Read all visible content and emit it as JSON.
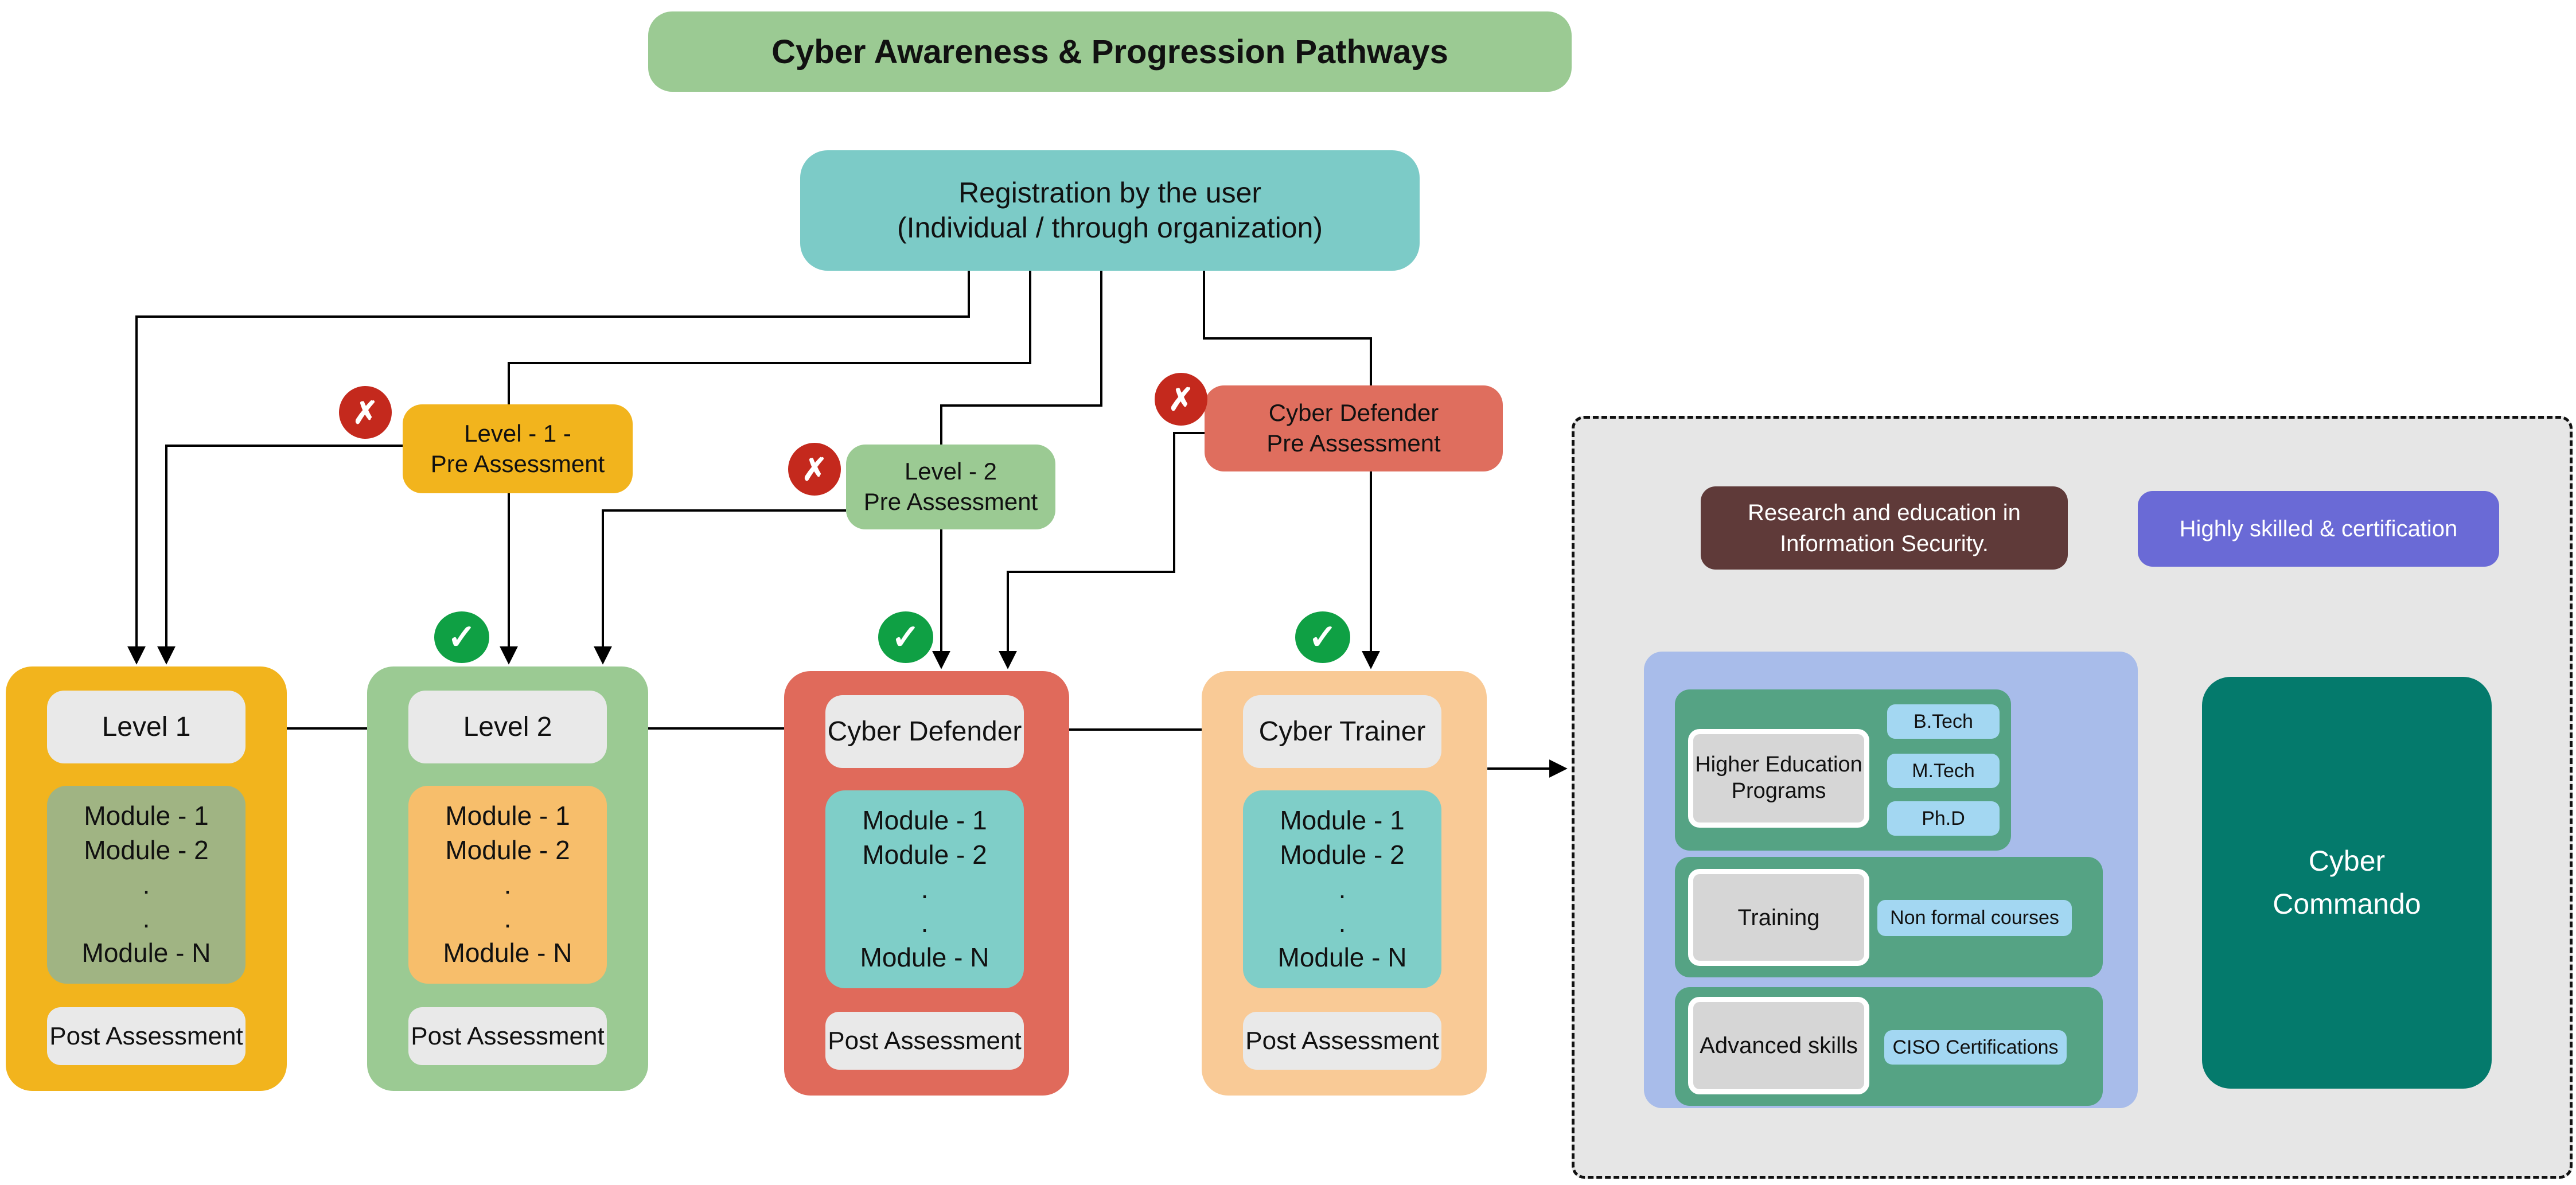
{
  "title": "Cyber Awareness & Progression Pathways",
  "registration": {
    "line1": "Registration by the user",
    "line2": "(Individual / through organization)"
  },
  "icons": {
    "fail": "✗",
    "pass": "✓"
  },
  "pre_assessments": [
    {
      "label": "Level - 1 -\nPre Assessment"
    },
    {
      "label": "Level - 2\nPre Assessment"
    },
    {
      "label": "Cyber Defender\nPre Assessment"
    }
  ],
  "columns": [
    {
      "title": "Level 1",
      "modules": [
        "Module - 1",
        "Module - 2",
        ".",
        ".",
        "Module - N"
      ],
      "post": "Post Assessment"
    },
    {
      "title": "Level 2",
      "modules": [
        "Module - 1",
        "Module - 2",
        ".",
        ".",
        "Module - N"
      ],
      "post": "Post Assessment"
    },
    {
      "title": "Cyber Defender",
      "modules": [
        "Module - 1",
        "Module - 2",
        ".",
        ".",
        "Module - N"
      ],
      "post": "Post Assessment"
    },
    {
      "title": "Cyber Trainer",
      "modules": [
        "Module - 1",
        "Module - 2",
        ".",
        ".",
        "Module - N"
      ],
      "post": "Post Assessment"
    }
  ],
  "outcomes": {
    "research": "Research and education in\nInformation Security.",
    "skilled": "Highly skilled & certification",
    "rows": [
      {
        "label": "Higher Education Programs",
        "chips": [
          "B.Tech",
          "M.Tech",
          "Ph.D"
        ]
      },
      {
        "label": "Training",
        "chips": [
          "Non formal courses"
        ]
      },
      {
        "label": "Advanced skills",
        "chips": [
          "CISO Certifications"
        ]
      }
    ],
    "commando": "Cyber\nCommando"
  },
  "colors": {
    "title_bg": "#9BCA93",
    "registration_bg": "#7CCBC7",
    "level1": "#F2B41D",
    "level1_modules": "#A0B483",
    "level2": "#9BCA93",
    "level2_modules": "#F7BE6B",
    "cyber_defender": "#E06A5B",
    "cyber_defender_pre": "#DF6E5E",
    "cyber_trainer": "#F9CA96",
    "teal_modules": "#7FCEC8",
    "pill_bg": "#E9E9E9",
    "fail_badge": "#C4291D",
    "pass_badge": "#0FA044",
    "panel_bg": "#E6E6E6",
    "research_bg": "#5F3A39",
    "skilled_bg": "#6A6AD6",
    "pathways_panel_bg": "#A8BCEA",
    "pathway_row_bg": "#55A384",
    "pathway_label_bg": "#D6D6D6",
    "chip_bg": "#A3D7F2",
    "commando_bg": "#047A6C",
    "line": "#000000"
  }
}
